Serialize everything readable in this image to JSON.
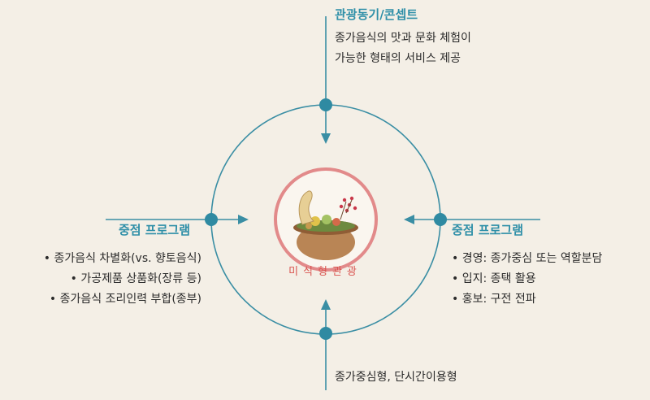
{
  "top": {
    "heading": "관광동기/콘셉트",
    "lines": [
      "종가음식의 맛과 문화 체험이",
      "가능한 형태의 서비스 제공"
    ]
  },
  "left": {
    "heading": "중점 프로그램",
    "items": [
      "• 종가음식 차별화(vs. 향토음식)",
      "• 가공제품 상품화(장류 등)",
      "• 종가음식 조리인력 부합(종부)"
    ]
  },
  "right": {
    "heading": "중점 프로그램",
    "items": [
      "• 경영: 종가중심 또는 역할분담",
      "• 입지: 종택 활용",
      "• 홍보: 구전 전파"
    ]
  },
  "bottom": {
    "text": "종가중심형, 단시간이용형"
  },
  "center": {
    "label": "미식형관광"
  },
  "colors": {
    "accent": "#2e8fa8",
    "line": "#3a8ea4",
    "badge": "#e28a8a"
  }
}
